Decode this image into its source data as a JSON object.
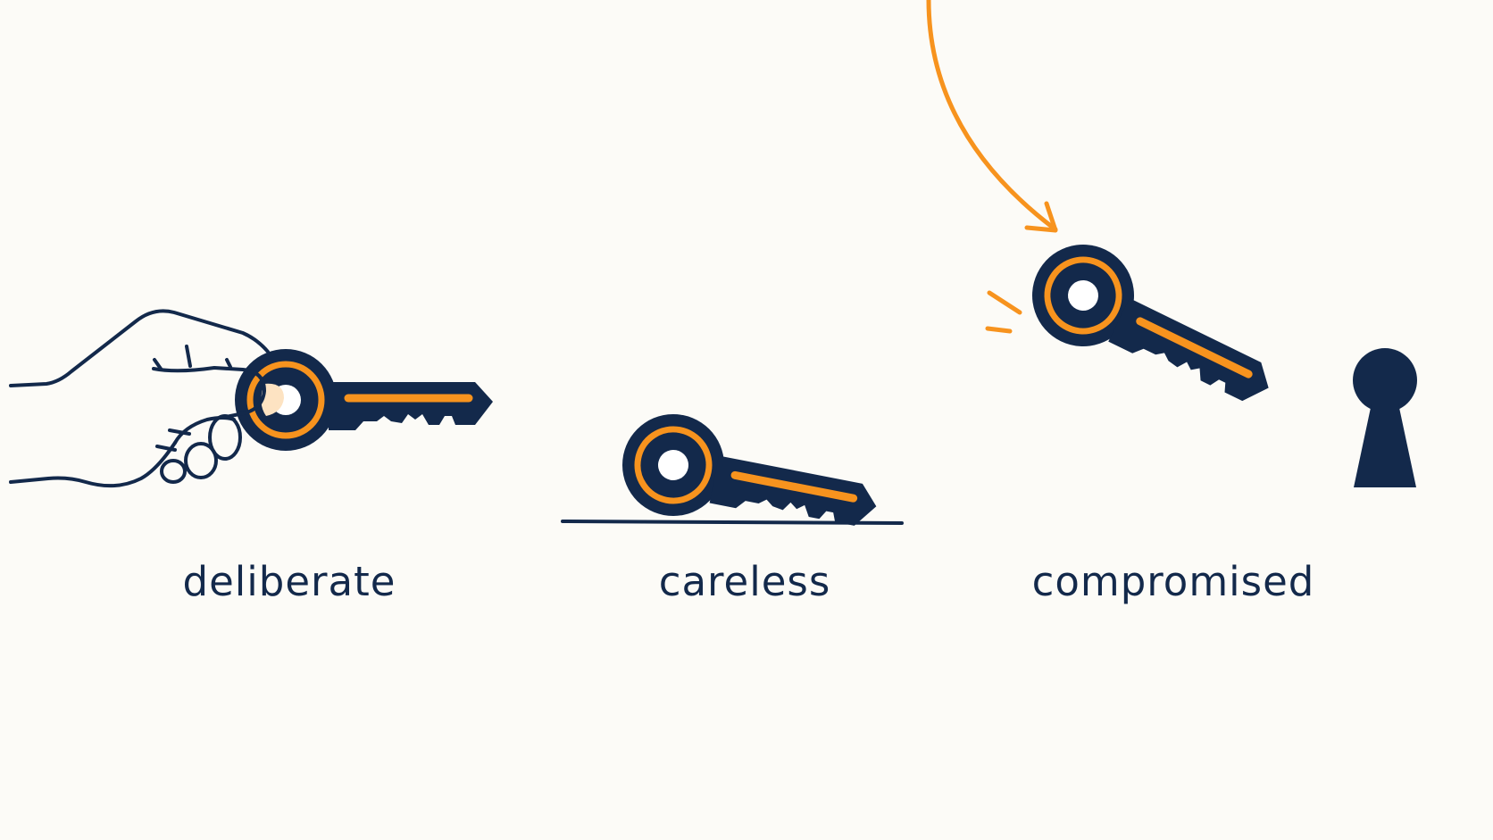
{
  "colors": {
    "background": "#fcfbf7",
    "navy": "#13294b",
    "orange": "#f7931e",
    "skin": "#fde3c2",
    "white": "#ffffff"
  },
  "icons": [
    "hand-icon",
    "key-icon",
    "keyhole-icon",
    "arrow-icon",
    "impact-marks-icon",
    "ground-line"
  ],
  "captions": {
    "deliberate": "deliberate",
    "careless": "careless",
    "compromised": "compromised"
  }
}
